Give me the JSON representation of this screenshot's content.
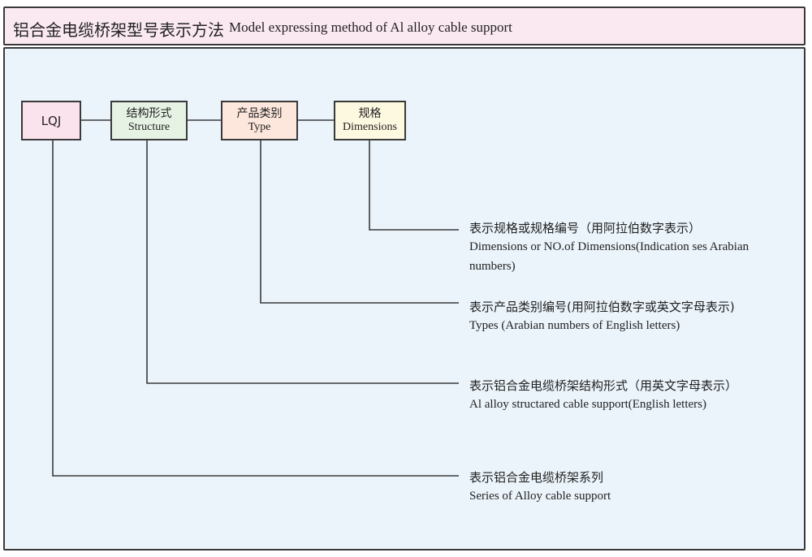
{
  "header": {
    "title_cn": "铝合金电缆桥架型号表示方法",
    "title_en": "Model expressing method of Al alloy cable support"
  },
  "boxes": {
    "lqj": {
      "label": "LQJ"
    },
    "structure": {
      "label_cn": "结构形式",
      "label_en": "Structure"
    },
    "type": {
      "label_cn": "产品类别",
      "label_en": "Type"
    },
    "dimensions": {
      "label_cn": "规格",
      "label_en": "Dimensions"
    }
  },
  "descriptions": {
    "dimensions": {
      "cn": "表示规格或规格编号（用阿拉伯数字表示）",
      "en": "Dimensions or NO.of Dimensions(Indication ses Arabian numbers)"
    },
    "type": {
      "cn": "表示产品类别编号(用阿拉伯数字或英文字母表示)",
      "en": "Types (Arabian numbers of English letters)"
    },
    "structure": {
      "cn": "表示铝合金电缆桥架结构形式（用英文字母表示）",
      "en": "Al alloy structared cable support(English letters)"
    },
    "series": {
      "cn": "表示铝合金电缆桥架系列",
      "en": "Series of Alloy cable support"
    }
  },
  "colors": {
    "header_bg": "#fbe9f2",
    "panel_bg": "#ebf4fb",
    "lqj_bg": "#fbe3ee",
    "structure_bg": "#e6f2e3",
    "type_bg": "#fde6dc",
    "dimensions_bg": "#fdf8e0"
  }
}
